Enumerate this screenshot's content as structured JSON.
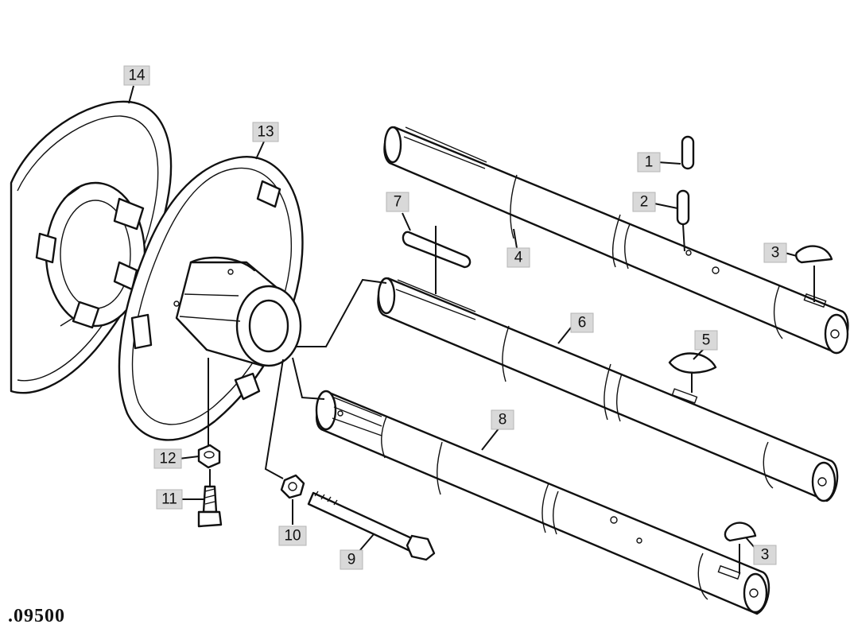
{
  "figure": {
    "reference_number": ".09500"
  },
  "callouts": [
    {
      "id": "1",
      "label": "1"
    },
    {
      "id": "2",
      "label": "2"
    },
    {
      "id": "3a",
      "label": "3"
    },
    {
      "id": "4",
      "label": "4"
    },
    {
      "id": "5",
      "label": "5"
    },
    {
      "id": "6",
      "label": "6"
    },
    {
      "id": "7",
      "label": "7"
    },
    {
      "id": "8",
      "label": "8"
    },
    {
      "id": "9",
      "label": "9"
    },
    {
      "id": "10",
      "label": "10"
    },
    {
      "id": "11",
      "label": "11"
    },
    {
      "id": "12",
      "label": "12"
    },
    {
      "id": "13",
      "label": "13"
    },
    {
      "id": "14",
      "label": "14"
    },
    {
      "id": "3b",
      "label": "3"
    }
  ]
}
